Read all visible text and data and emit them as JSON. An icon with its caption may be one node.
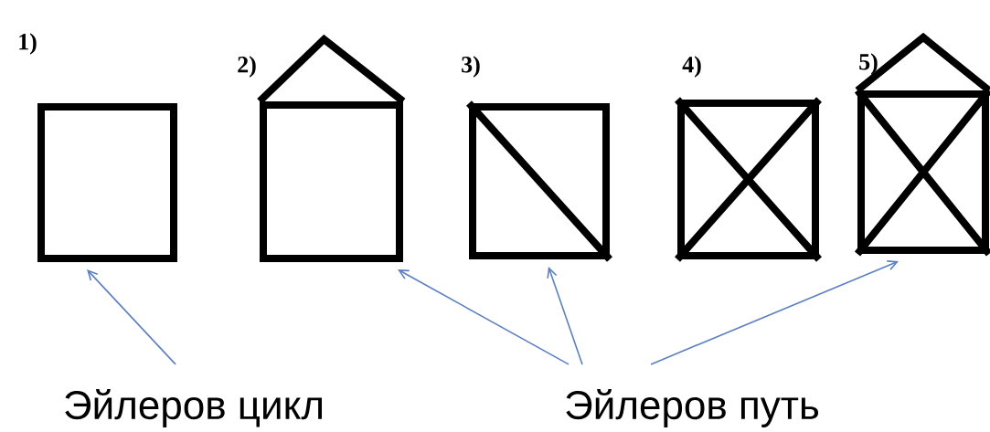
{
  "diagram": {
    "nodes": [
      {
        "text": [
          "1)"
        ]
      },
      {
        "text": [
          "2)"
        ]
      },
      {
        "text": [
          "3)"
        ]
      },
      {
        "text": [
          "4)"
        ]
      },
      {
        "text": [
          "5)"
        ]
      },
      {
        "text": [
          "Эйлеров цикл"
        ]
      },
      {
        "text": [
          "Эйлеров путь"
        ]
      }
    ],
    "edges": [
      {
        "from": 5,
        "to": 0,
        "arrow": "to"
      },
      {
        "from": 6,
        "to": 1,
        "arrow": "to"
      },
      {
        "from": 6,
        "to": 2,
        "arrow": "to"
      },
      {
        "from": 6,
        "to": 4,
        "arrow": "to"
      }
    ]
  }
}
